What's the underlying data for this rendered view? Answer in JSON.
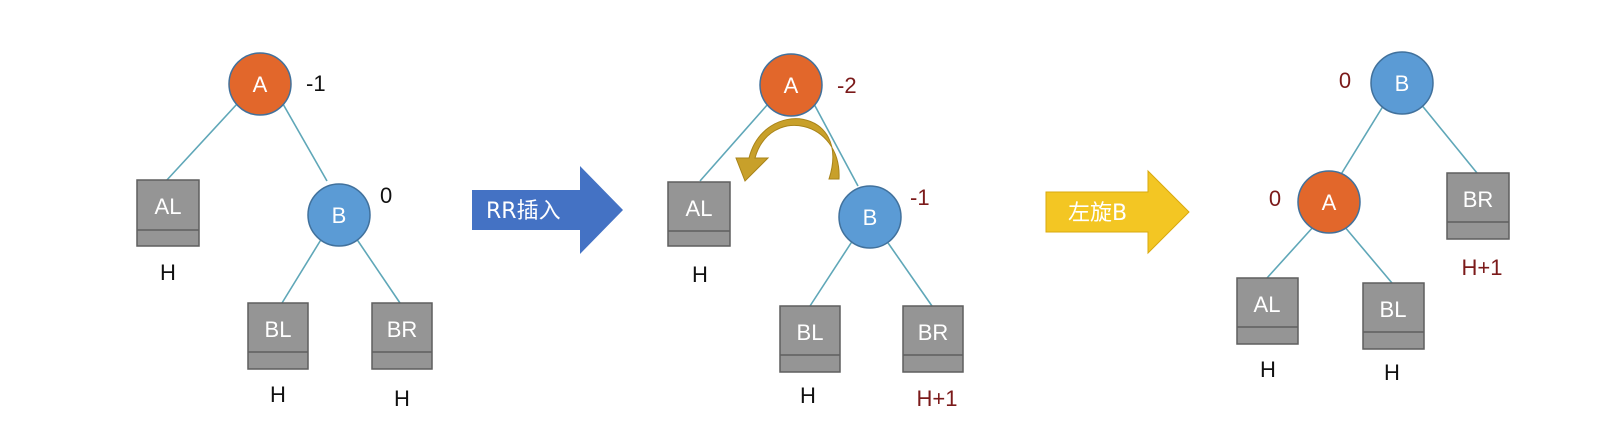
{
  "colors": {
    "node_A": "#e2672b",
    "node_B": "#5b9bd5",
    "node_border": "#41719c",
    "box_fill": "#959595",
    "box_border": "#5f5f5f",
    "edge": "#5fa7b8",
    "height_dark": "#111111",
    "height_red": "#7b1a1a",
    "arrow_blue": "#4472c4",
    "arrow_gold": "#f3c623",
    "rotate_arrow": "#c8a02a"
  },
  "diagrams": [
    {
      "nodes": [
        {
          "label": "A",
          "balance": "-1",
          "balance_color": "dark"
        },
        {
          "label": "B",
          "balance": "0",
          "balance_color": "dark"
        }
      ],
      "subtrees": [
        {
          "label": "AL",
          "height": "H",
          "height_color": "dark"
        },
        {
          "label": "BL",
          "height": "H",
          "height_color": "dark"
        },
        {
          "label": "BR",
          "height": "H",
          "height_color": "dark"
        }
      ]
    },
    {
      "nodes": [
        {
          "label": "A",
          "balance": "-2",
          "balance_color": "red"
        },
        {
          "label": "B",
          "balance": "-1",
          "balance_color": "red"
        }
      ],
      "subtrees": [
        {
          "label": "AL",
          "height": "H",
          "height_color": "dark"
        },
        {
          "label": "BL",
          "height": "H",
          "height_color": "dark"
        },
        {
          "label": "BR",
          "height": "H+1",
          "height_color": "red"
        }
      ]
    },
    {
      "nodes": [
        {
          "label": "B",
          "balance": "0",
          "balance_color": "red"
        },
        {
          "label": "A",
          "balance": "0",
          "balance_color": "red"
        }
      ],
      "subtrees": [
        {
          "label": "BR",
          "height": "H+1",
          "height_color": "red"
        },
        {
          "label": "AL",
          "height": "H",
          "height_color": "dark"
        },
        {
          "label": "BL",
          "height": "H",
          "height_color": "dark"
        }
      ]
    }
  ],
  "arrows": [
    {
      "label": "RR插入",
      "color": "blue"
    },
    {
      "label": "左旋B",
      "color": "gold"
    }
  ]
}
